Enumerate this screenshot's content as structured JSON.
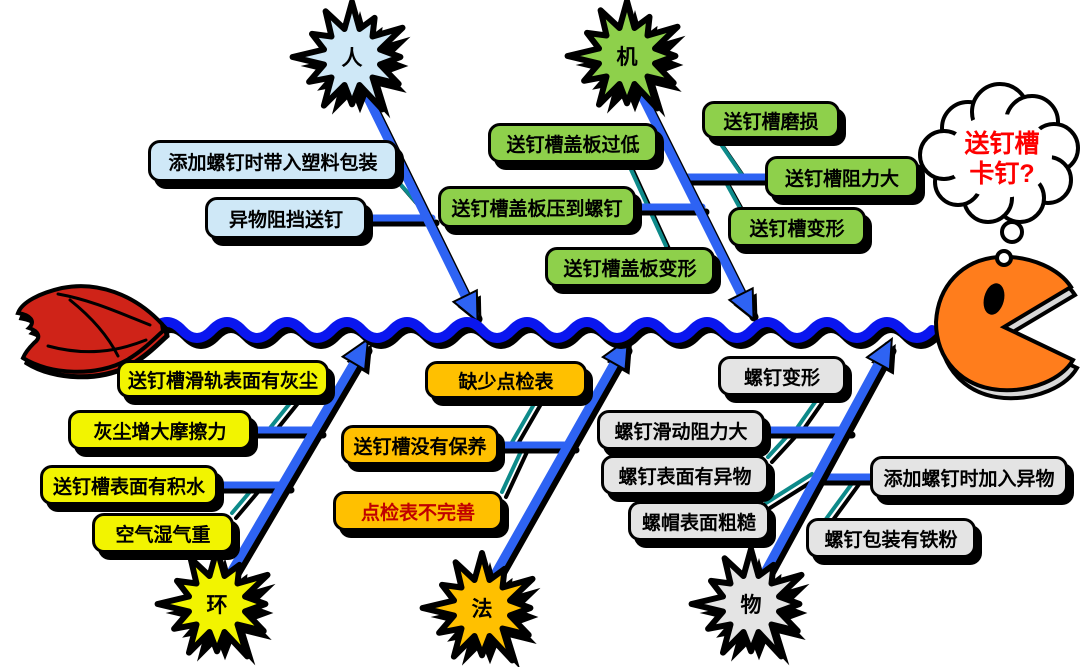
{
  "problem": {
    "line1": "送钉槽",
    "line2": "卡钉?"
  },
  "categories": [
    {
      "id": "man",
      "label": "人",
      "fill": "#cfe8f7"
    },
    {
      "id": "machine",
      "label": "机",
      "fill": "#8ed04b"
    },
    {
      "id": "environment",
      "label": "环",
      "fill": "#f2f400"
    },
    {
      "id": "method",
      "label": "法",
      "fill": "#ffc000"
    },
    {
      "id": "material",
      "label": "物",
      "fill": "#e4e4e4"
    }
  ],
  "causes": {
    "man": [
      {
        "label": "添加螺钉时带入塑料包装"
      },
      {
        "label": "异物阻挡送钉"
      }
    ],
    "machine": [
      {
        "label": "送钉槽盖板过低"
      },
      {
        "label": "送钉槽盖板压到螺钉"
      },
      {
        "label": "送钉槽盖板变形"
      },
      {
        "label": "送钉槽磨损"
      },
      {
        "label": "送钉槽阻力大"
      },
      {
        "label": "送钉槽变形"
      }
    ],
    "environment": [
      {
        "label": "送钉槽滑轨表面有灰尘"
      },
      {
        "label": "灰尘增大摩擦力"
      },
      {
        "label": "送钉槽表面有积水"
      },
      {
        "label": "空气湿气重"
      }
    ],
    "method": [
      {
        "label": "缺少点检表"
      },
      {
        "label": "送钉槽没有保养"
      },
      {
        "label": "点检表不完善",
        "text_color": "#c00000"
      }
    ],
    "material": [
      {
        "label": "螺钉变形"
      },
      {
        "label": "螺钉滑动阻力大"
      },
      {
        "label": "螺钉表面有异物"
      },
      {
        "label": "螺帽表面粗糙"
      },
      {
        "label": "添加螺钉时加入异物"
      },
      {
        "label": "螺钉包装有铁粉"
      }
    ]
  },
  "palette": {
    "spine_blue": "#0a16ef",
    "branch_blue": "#2e63f3",
    "connector_teal": "#0d8a8a",
    "problem_text": "#fe0000",
    "alert_text": "#c00000",
    "head_fill": "#ff7d1c",
    "tail_fill": "#cf2318"
  }
}
